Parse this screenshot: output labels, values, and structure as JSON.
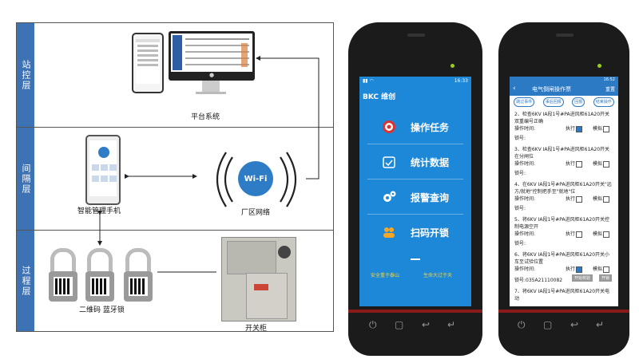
{
  "diagram": {
    "layers": [
      "站控层",
      "间隔层",
      "过程层"
    ],
    "platform_label": "平台系统",
    "handheld_label": "智能管理手机",
    "wifi_text": "Wi-Fi",
    "network_label": "厂区网络",
    "locks_label": "二维码 蓝牙锁",
    "cabinet_label": "开关柜"
  },
  "phone1": {
    "status_time": "16:33",
    "logo": "BKC 维创",
    "menu": [
      "操作任务",
      "统计数据",
      "报警查询",
      "扫码开锁"
    ],
    "slogan_left": "安全重于泰山",
    "slogan_right": "生命大过于天"
  },
  "phone2": {
    "status_time": "16:52",
    "title": "电气倒闸操作票",
    "right_action": "重置",
    "tabs": [
      "跳过事件",
      "事后回报",
      "回报",
      "结束操作"
    ],
    "steps": [
      "2、检查6KV IA段1号#PA进风柜61A20开关双重编号正确",
      "3、检查6KV IA段1号#PA进风柜61A20开关在分闸位",
      "4、在6KV IA段1号#PA进风柜61A20开关\"远方/就地\"控制把手至\"就地\"位",
      "5、将6KV IA段1号#PA进风柜61A20开关控制电源空开",
      "6、将6KV IA段1号#PA进风柜61A20开关小车至试验位置",
      "7、将6KV IA段1号#PA进风柜61A20开关电动"
    ],
    "op_time_label": "操作时间:",
    "lock_label": "锁号:",
    "exec_label": "执行",
    "sim_label": "模拟",
    "lock_value": "锁号:035A21110082",
    "btn_start_test": "开始校验",
    "btn_unlock": "开锁"
  },
  "colors": {
    "accent": "#2e7cc6",
    "phone1_bg": "#1e88d8",
    "phone2_header": "#2c79c4"
  }
}
